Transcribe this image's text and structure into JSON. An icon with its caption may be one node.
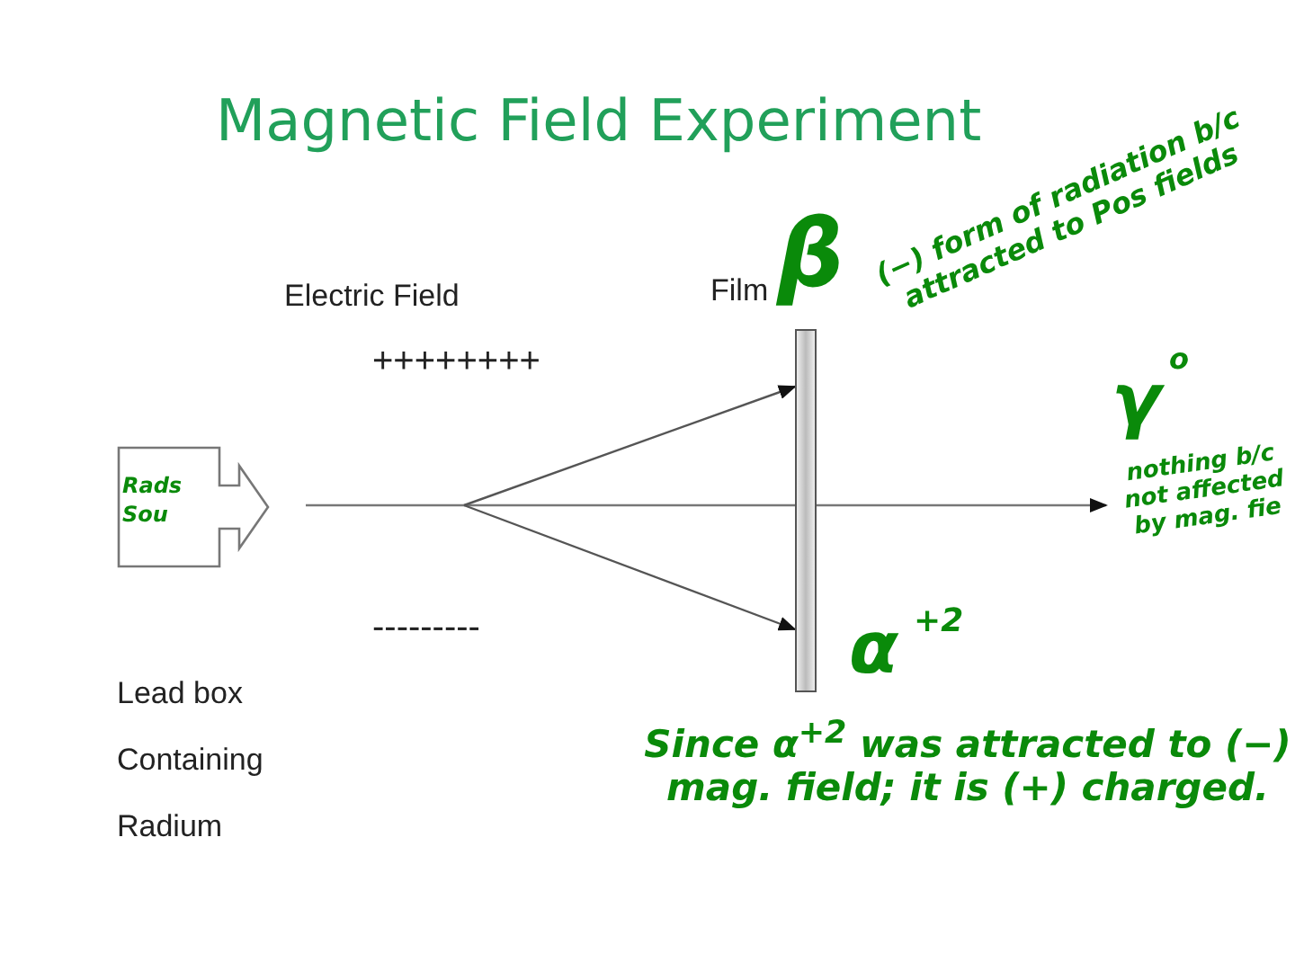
{
  "diagram": {
    "title": "Magnetic Field Experiment",
    "nodes": [
      {
        "text": [
          "Rads Sou"
        ]
      },
      {
        "text": [
          "Film"
        ]
      }
    ],
    "edges": [
      {
        "from": null,
        "to": 1,
        "arrow": "to"
      },
      {
        "from": null,
        "to": 1,
        "arrow": "to"
      }
    ],
    "labels": [
      "Electric Field",
      "++++++++",
      "---------",
      "Lead box",
      "Containing",
      "Radium",
      "β",
      "(−) form of radiation b/c attracted to Pos fields",
      "γ",
      "o",
      "nothing b/c not affected by mag. fie",
      "α",
      "+2",
      "Since α$^{+2}$ was attracted to (−) mag. field; it is (+) charged."
    ]
  }
}
